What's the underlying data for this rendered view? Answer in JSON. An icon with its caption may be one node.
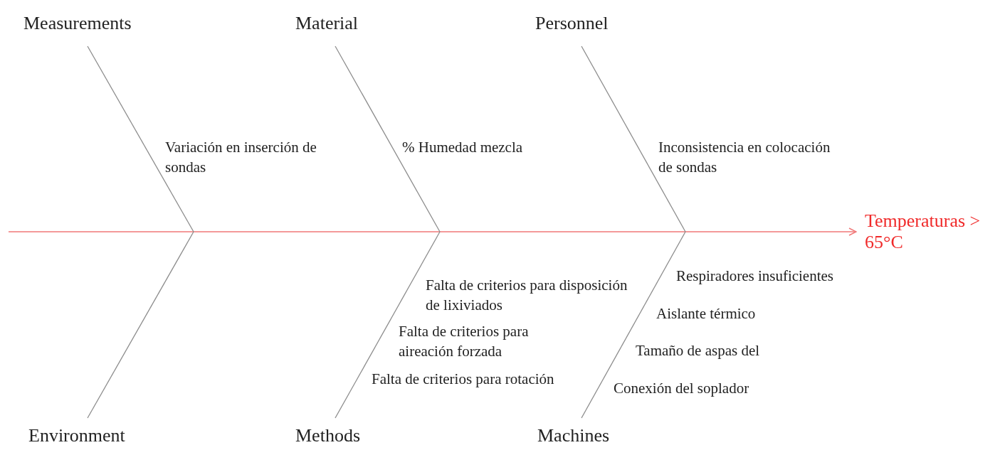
{
  "diagram": {
    "nodes": [
      {
        "text": [
          "Measurements"
        ]
      },
      {
        "text": [
          "Material"
        ]
      },
      {
        "text": [
          "Personnel"
        ]
      },
      {
        "text": [
          "Environment"
        ]
      },
      {
        "text": [
          "Methods"
        ]
      },
      {
        "text": [
          "Machines"
        ]
      },
      {
        "text": [
          "Temperaturas > 65°C"
        ]
      }
    ],
    "edges": [
      {
        "from": null,
        "to": 6,
        "arrow": "to",
        "color": "#f07878"
      },
      {
        "from": 0,
        "to": null,
        "arrow": "none"
      },
      {
        "from": 1,
        "to": null,
        "arrow": "none"
      },
      {
        "from": 2,
        "to": null,
        "arrow": "none"
      },
      {
        "from": 3,
        "to": null,
        "arrow": "none"
      },
      {
        "from": 4,
        "to": null,
        "arrow": "none"
      },
      {
        "from": 5,
        "to": null,
        "arrow": "none"
      }
    ],
    "labels": [
      "Variación en inserción de sondas",
      "% Humedad mezcla",
      "Inconsistencia en colocación de sondas",
      "Respiradores insuficientes",
      "Falta de criterios para disposición de lixiviados",
      "Aislante térmico",
      "Falta de criterios para aireación forzada",
      "Tamaño de aspas del",
      "Conexión del soplador",
      "Falta de criterios para rotación"
    ]
  }
}
